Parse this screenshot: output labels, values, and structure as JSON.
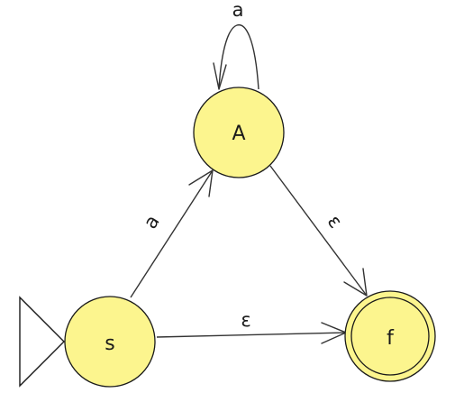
{
  "colors": {
    "state_fill": "#fcf58e",
    "state_stroke": "#1a1a1a",
    "edge_stroke": "#333333",
    "background": "#ffffff"
  },
  "states": {
    "s": {
      "label": "s",
      "initial": true,
      "accepting": false
    },
    "A": {
      "label": "A",
      "initial": false,
      "accepting": false
    },
    "f": {
      "label": "f",
      "initial": false,
      "accepting": true
    }
  },
  "transitions": {
    "A_to_A": {
      "from": "A",
      "to": "A",
      "label": "a"
    },
    "s_to_A": {
      "from": "s",
      "to": "A",
      "label": "a"
    },
    "A_to_f": {
      "from": "A",
      "to": "f",
      "label": "ε"
    },
    "s_to_f": {
      "from": "s",
      "to": "f",
      "label": "ε"
    }
  }
}
